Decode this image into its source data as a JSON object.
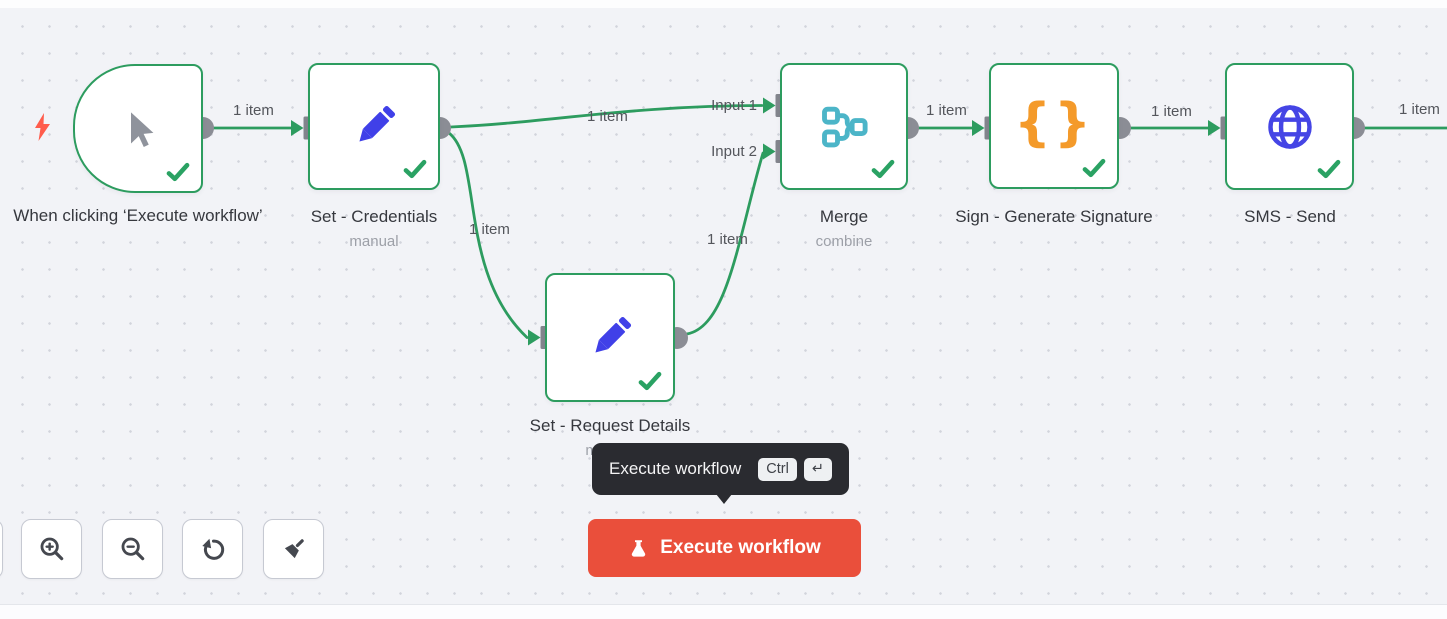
{
  "workflow": {
    "nodes": [
      {
        "name": "When clicking ‘Execute workflow’",
        "subtitle": "",
        "icon": "cursor-icon",
        "type": "manual-trigger",
        "status": "success"
      },
      {
        "name": "Set - Credentials",
        "subtitle": "manual",
        "icon": "pencil-icon",
        "type": "set",
        "status": "success"
      },
      {
        "name": "Set - Request Details",
        "subtitle": "manual",
        "icon": "pencil-icon",
        "type": "set",
        "status": "success"
      },
      {
        "name": "Merge",
        "subtitle": "combine",
        "icon": "merge-icon",
        "type": "merge",
        "status": "success"
      },
      {
        "name": "Sign - Generate Signature",
        "subtitle": "",
        "icon": "braces-icon",
        "type": "code",
        "status": "success"
      },
      {
        "name": "SMS - Send",
        "subtitle": "",
        "icon": "globe-icon",
        "type": "http",
        "status": "success"
      }
    ],
    "edges": [
      {
        "label": "1 item"
      },
      {
        "label": "1 item"
      },
      {
        "label": "1 item"
      },
      {
        "label": "1 item"
      },
      {
        "label": "1 item"
      },
      {
        "label": "1 item"
      },
      {
        "label": "1 item"
      }
    ],
    "merge_input_labels": [
      "Input 1",
      "Input 2"
    ]
  },
  "icons": {
    "braces_glyph": "{}"
  },
  "tooltip": {
    "text": "Execute workflow",
    "keys": [
      "Ctrl",
      "↵"
    ]
  },
  "execute_button": {
    "label": "Execute workflow",
    "icon": "flask-icon"
  },
  "canvas_controls": [
    "zoom-in",
    "zoom-out",
    "reset-zoom",
    "tidy-up"
  ],
  "colors": {
    "canvas_bg": "#f2f3f7",
    "connection_green": "#2d9c5f",
    "node_border_green": "#2d9c5f",
    "connector_gray": "#85878f",
    "trigger_bolt_red": "#ff5c4c",
    "pencil_blue": "#4040e8",
    "merge_teal": "#4cb5c8",
    "braces_orange": "#f49a2a",
    "globe_blue": "#4545e5",
    "tooltip_bg": "#2a2b30",
    "execute_button_red": "#ea4f3b"
  }
}
